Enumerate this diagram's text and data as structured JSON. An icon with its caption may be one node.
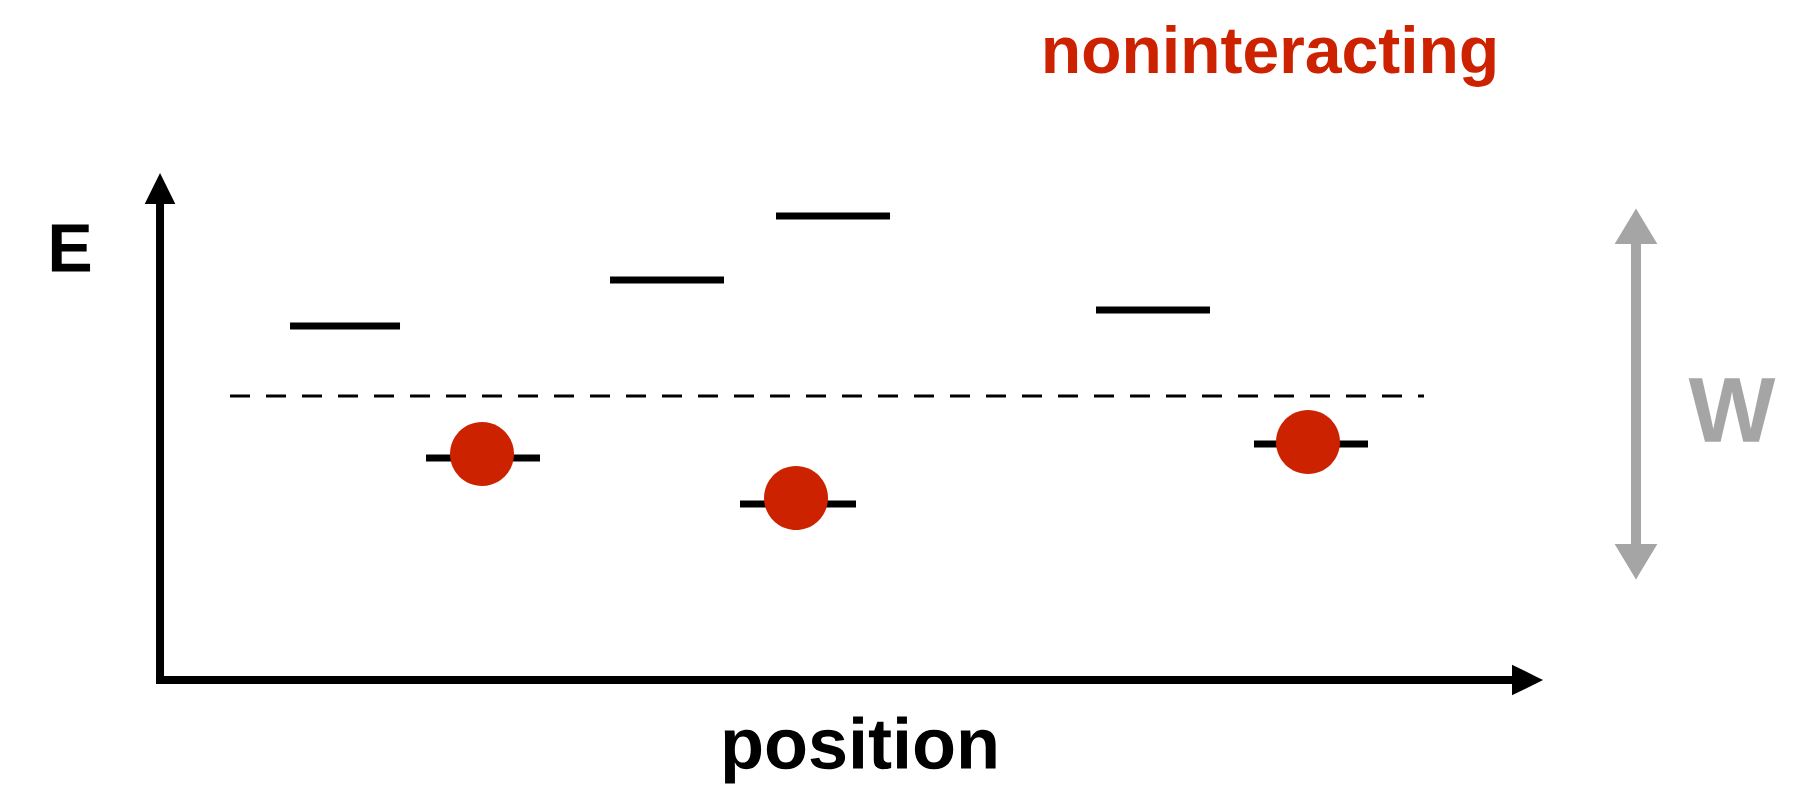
{
  "diagram": {
    "title": "noninteracting",
    "labels": [
      "E",
      "W",
      "position"
    ]
  }
}
